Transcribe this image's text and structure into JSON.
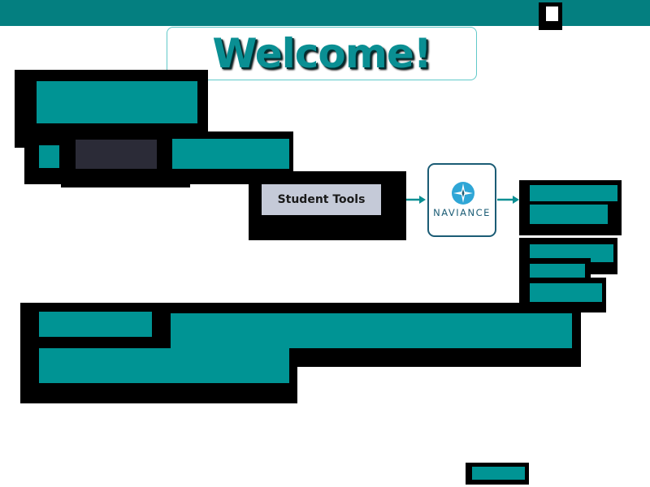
{
  "header": {
    "welcome_title": "Welcome!"
  },
  "toolbar": {
    "student_tools_label": "Student Tools"
  },
  "logo": {
    "naviance_text": "NAVIANCE"
  },
  "colors": {
    "teal_bar": "#047f80",
    "teal_block": "#009494",
    "welcome_text": "#0a8f93",
    "dark_block": "#2b2b37",
    "button_bg": "#c5cad8",
    "logo_blue": "#1b5c75",
    "logo_compass": "#2fa6d6"
  },
  "icons": {
    "arrow": "arrow-right-icon",
    "compass": "compass-star-icon"
  }
}
